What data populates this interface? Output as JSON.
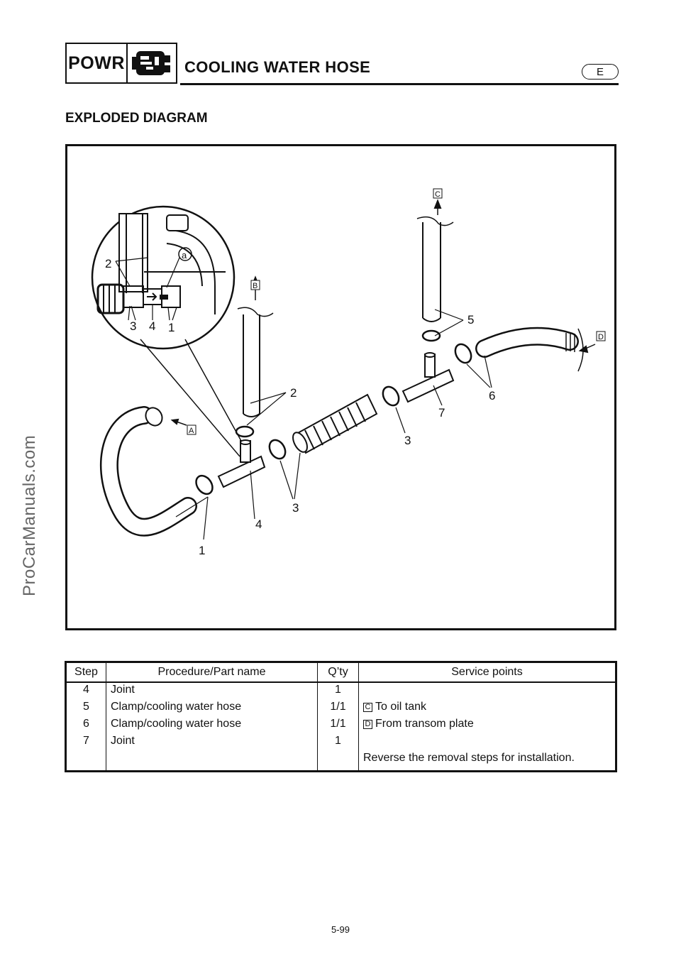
{
  "watermark": "ProCarManuals.com",
  "header": {
    "section_code": "POWR",
    "section_icon": "power-unit-icon",
    "title": "COOLING WATER HOSE",
    "language": "E"
  },
  "section_heading": "EXPLODED DIAGRAM",
  "diagram": {
    "part_numbers": [
      "1",
      "2",
      "3",
      "3",
      "3",
      "4",
      "5",
      "6",
      "7"
    ],
    "inset_labels": [
      "2",
      "3",
      "4",
      "1",
      "a"
    ],
    "reference_markers": [
      "A",
      "B",
      "C",
      "D"
    ]
  },
  "table": {
    "headers": [
      "Step",
      "Procedure/Part name",
      "Q’ty",
      "Service points"
    ],
    "rows": [
      {
        "step": "4",
        "part": "Joint",
        "qty": "1",
        "marker": "",
        "service": ""
      },
      {
        "step": "5",
        "part": "Clamp/cooling water hose",
        "qty": "1/1",
        "marker": "C",
        "service": "To oil tank"
      },
      {
        "step": "6",
        "part": "Clamp/cooling water hose",
        "qty": "1/1",
        "marker": "D",
        "service": "From transom plate"
      },
      {
        "step": "7",
        "part": "Joint",
        "qty": "1",
        "marker": "",
        "service": ""
      },
      {
        "step": "",
        "part": "",
        "qty": "",
        "marker": "",
        "service": "Reverse the removal steps for installation."
      }
    ]
  },
  "page_number": "5-99"
}
